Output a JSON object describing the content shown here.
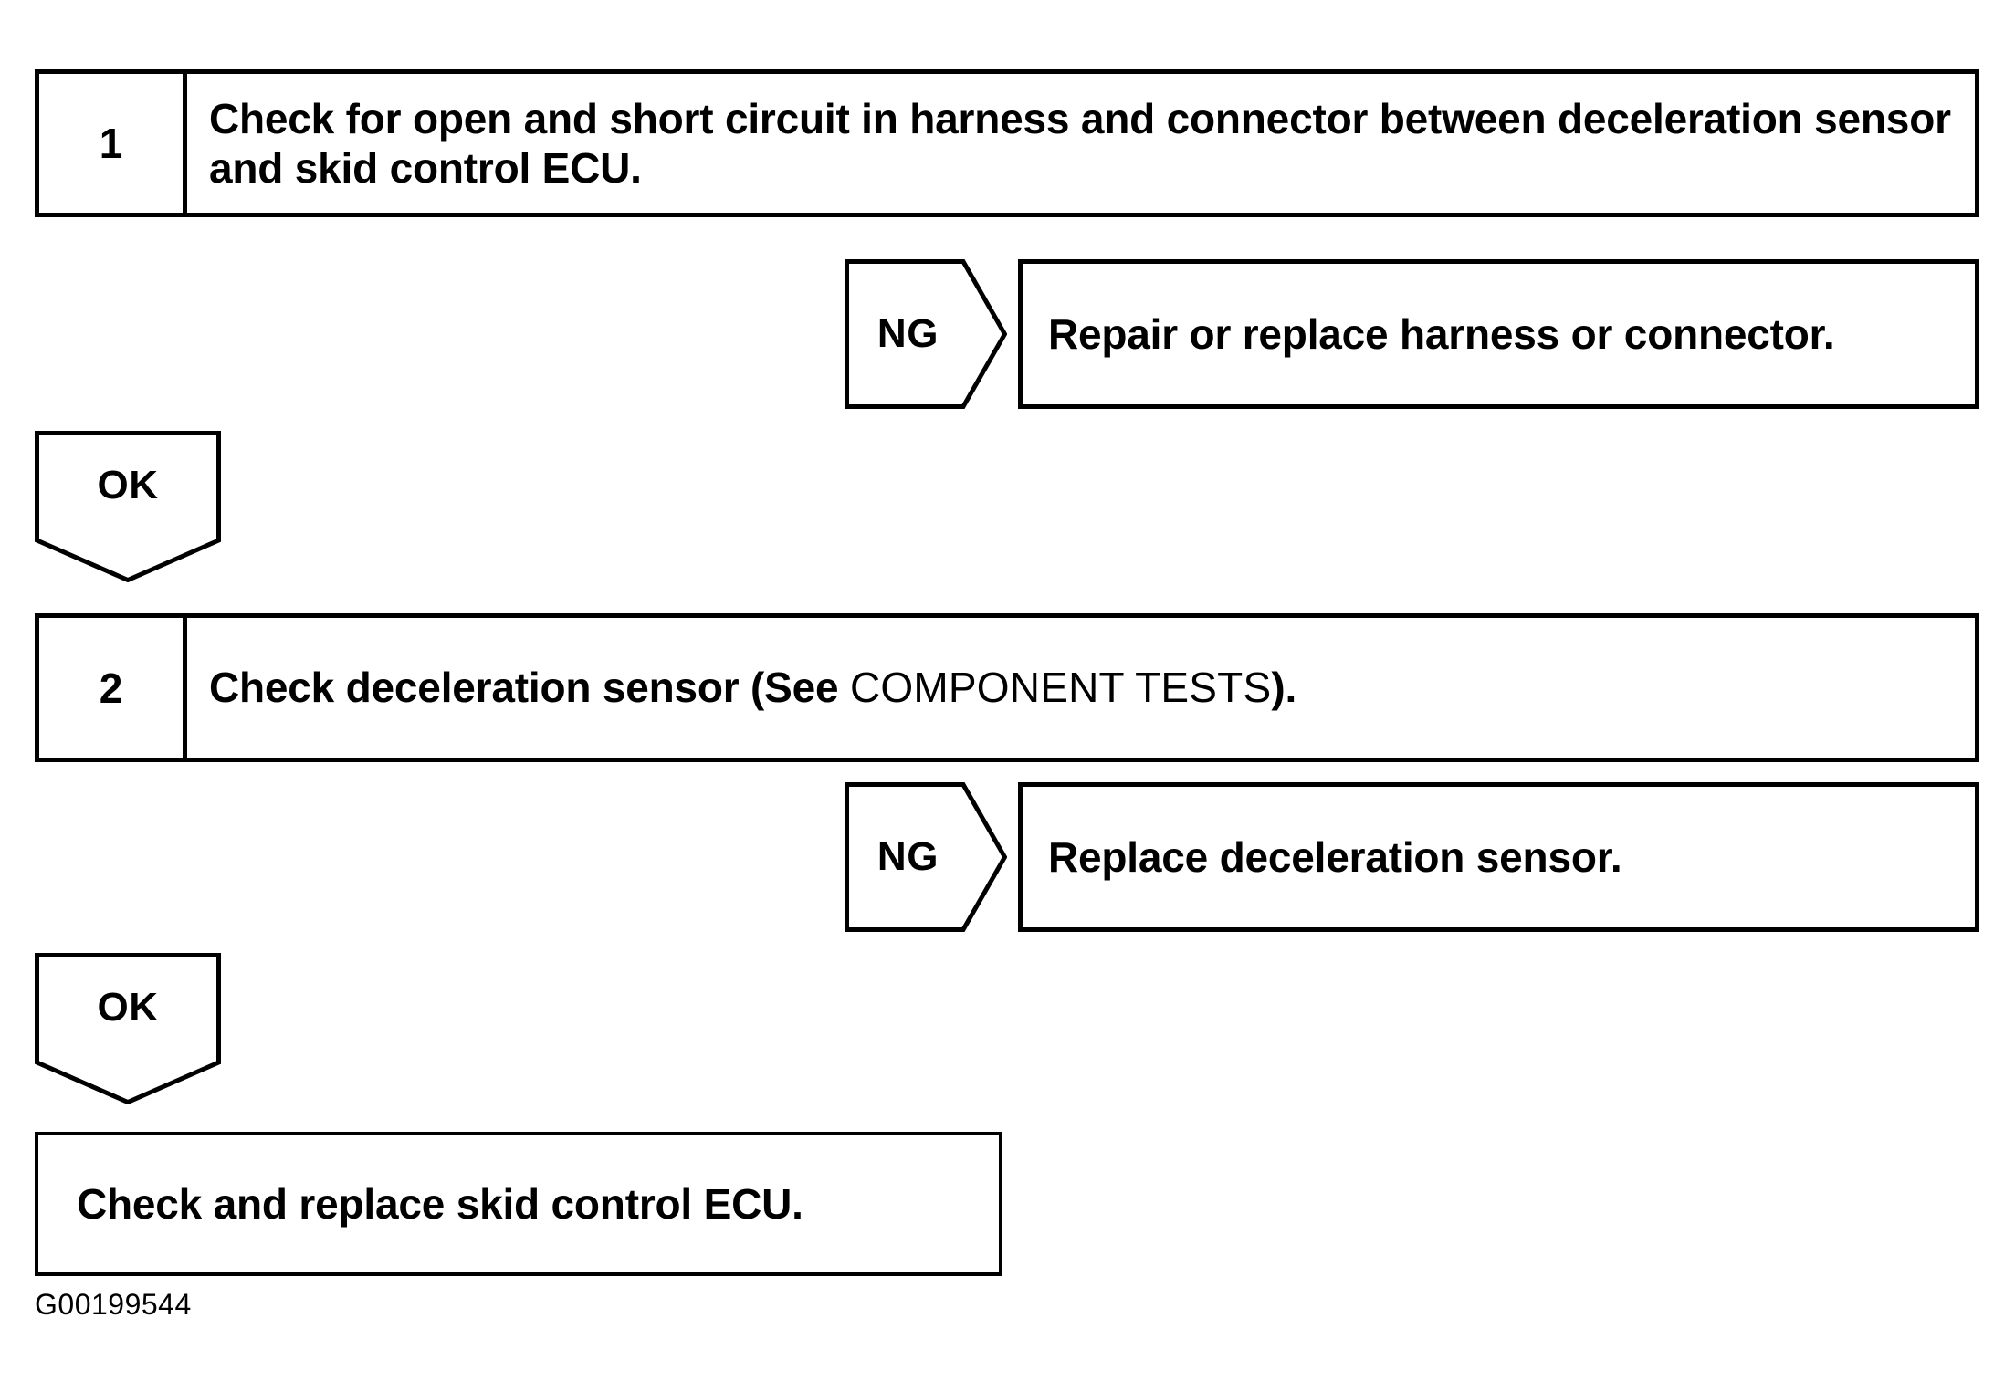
{
  "diagram": {
    "type": "troubleshooting-flowchart",
    "caption": "G00199544",
    "line_color": "#000000",
    "background_color": "#ffffff",
    "text_color": "#000000"
  },
  "steps": [
    {
      "number": "1",
      "text_part1": "Check for open and short circuit in harness and connector between deceleration sensor and skid control ECU.",
      "text_light": "",
      "text_part2": ""
    },
    {
      "number": "2",
      "text_part1": "Check deceleration sensor (See ",
      "text_light": "COMPONENT TESTS",
      "text_part2": ")."
    }
  ],
  "results": {
    "ng_label_1": "NG",
    "ng_label_2": "NG",
    "ok_label_1": "OK",
    "ok_label_2": "OK"
  },
  "outcomes": [
    {
      "text": "Repair or replace harness or connector."
    },
    {
      "text": "Replace deceleration sensor."
    }
  ],
  "final": {
    "text": "Check and replace skid control ECU."
  }
}
